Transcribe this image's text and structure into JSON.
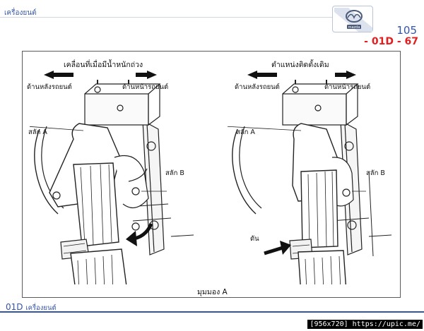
{
  "header": {
    "section_title": "เครื่องยนต์",
    "page_number": "105",
    "section_code": "- 01D - 67",
    "logo_name": "mazda"
  },
  "figure": {
    "left_panel": {
      "title": "เคลื่อนที่เมื่อมีน้ำหนักถ่วง",
      "rear_label": "ด้านหลังรถยนต์",
      "front_label": "ด้านหน้ารถยนต์",
      "pin_a_label": "สลัก A",
      "pin_b_label": "สลัก B"
    },
    "right_panel": {
      "title": "ตำแหน่งติดตั้งเดิม",
      "rear_label": "ด้านหลังรถยนต์",
      "front_label": "ด้านหน้ารถยนต์",
      "pin_a_label": "สลัก A",
      "pin_b_label": "สลัก B",
      "push_label": "ดัน"
    },
    "view_caption": "มุมมอง A"
  },
  "footer": {
    "section": "01D",
    "section_sub": "เครื่องยนต์"
  },
  "watermark": "[956x720] https://upic.me/"
}
